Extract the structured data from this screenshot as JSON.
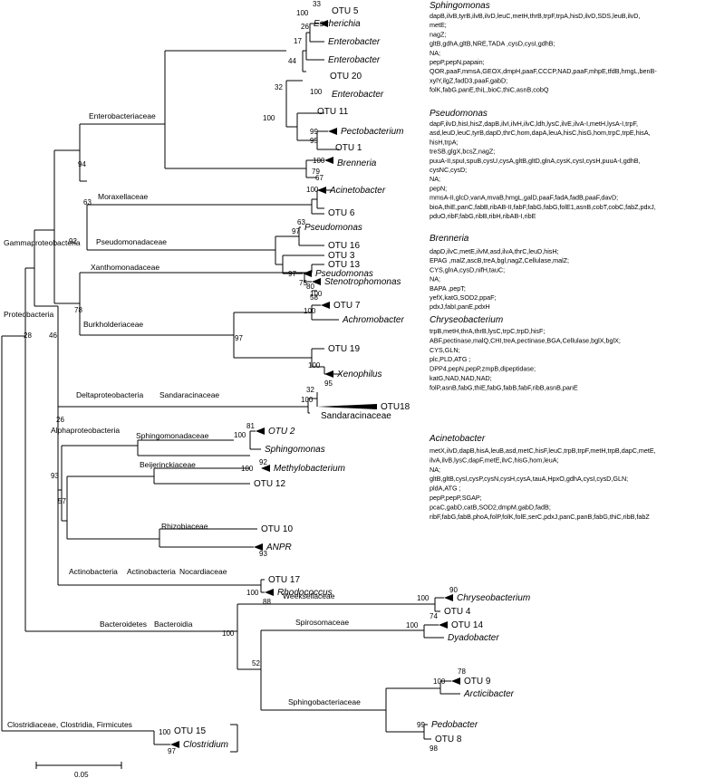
{
  "leaves": {
    "otu5": "OTU 5",
    "escherichia": "Escherichia",
    "enterobacter_a": "Enterobacter",
    "enterobacter_b": "Enterobacter",
    "otu20": "OTU 20",
    "enterobacter_c": "Enterobacter",
    "otu11": "OTU 11",
    "pectobacterium": "Pectobacterium",
    "otu1": "OTU 1",
    "brenneria": "Brenneria",
    "acinetobacter": "Acinetobacter",
    "otu6": "OTU 6",
    "pseudomonas_a": "Pseudomonas",
    "otu16": "OTU 16",
    "otu3": "OTU 3",
    "pseudomonas_b": "Pseudomonas",
    "otu13": "OTU 13",
    "stenotrophomonas": "Stenotrophomonas",
    "otu7": "OTU 7",
    "achromobacter": "Achromobacter",
    "otu19": "OTU 19",
    "xenophilus": "Xenophilus",
    "otu18": "OTU18",
    "sandaracinaceae": "Sandaracinaceae",
    "otu2": "OTU 2",
    "sphingomonas": "Sphingomonas",
    "methylobacterium": "Methylobacterium",
    "otu12": "OTU 12",
    "otu10": "OTU 10",
    "anpr": "ANPR",
    "otu17": "OTU 17",
    "rhodococcus": "Rhodococcus",
    "chryseobacterium": "Chryseobacterium",
    "otu4": "OTU 4",
    "otu14": "OTU 14",
    "dyadobacter": "Dyadobacter",
    "otu9": "OTU 9",
    "arcticibacter": "Arcticibacter",
    "pedobacter": "Pedobacter",
    "otu8": "OTU 8",
    "otu15": "OTU 15",
    "clostridium": "Clostridium"
  },
  "bootstrap": {
    "b33": "33",
    "b100_esch": "100",
    "b26": "26",
    "b17": "17",
    "b44": "44",
    "b32": "32",
    "b100_otu20": "100",
    "b100_entero": "100",
    "b99": "99",
    "b95_pecto": "95",
    "b94": "94",
    "b100_brenn": "100",
    "b79": "79",
    "b67": "67",
    "b100_morax": "100",
    "b63_ps": "63",
    "b97_ps1": "97",
    "b63_gamma": "63",
    "b97_ps2": "97",
    "b75": "75",
    "b92": "92",
    "b80": "80",
    "b100_steno": "100",
    "b78": "78",
    "b58": "58",
    "b100_achro": "100",
    "b97_burk": "97",
    "b100_xeno": "100",
    "b95_xeno": "95",
    "b46": "46",
    "b32_delta": "32",
    "b100_delta": "100",
    "b26_alpha": "26",
    "b81": "81",
    "b100_otu2": "100",
    "b92_methylo": "92",
    "b100_methylo": "100",
    "b93_alpha": "93",
    "b57": "57",
    "b93_anpr": "93",
    "b28": "28",
    "b100_otu17": "100",
    "b88": "88",
    "b90": "90",
    "b100_weeks": "100",
    "b74": "74",
    "b100_spiro": "100",
    "b78_otu9": "78",
    "b100_otu9": "100",
    "b99_pedo": "99",
    "b98": "98",
    "b100_bact": "100",
    "b52": "52",
    "b100_clost": "100",
    "b97_clost": "97"
  },
  "taxa": {
    "enterobacteriaceae": "Enterobacteriaceae",
    "moraxellaceae": "Moraxellaceae",
    "pseudomonadaceae": "Pseudomonadaceae",
    "gammaproteobacteria": "Gammaproteobacteria",
    "xanthomonadaceae": "Xanthomonadaceae",
    "burkholderiaceae": "Burkholderiaceae",
    "proteobacteria": "Proteobacteria",
    "deltaproteobacteria": "Deltaproteobacteria",
    "sandaracinaceae": "Sandaracinaceae",
    "sphingomonadaceae": "Sphingomonadaceae",
    "alphaproteobacteria": "Alphaproteobacteria",
    "beijerinckiaceae": "Beijerinckiaceae",
    "rhizobiaceae": "Rhizobiaceae",
    "actinobacteria_phylum": "Actinobacteria",
    "actinobacteria_class": "Actinobacteria",
    "nocardiaceae": "Nocardiaceae",
    "weeksellaceae": "Weeksellaceae",
    "bacteroidetes": "Bacteroidetes",
    "bacteroidia": "Bacteroidia",
    "spirosomaceae": "Spirosomaceae",
    "sphingobacteriaceae": "Sphingobacteriaceae",
    "clostridia_group": "Clostridiaceae, Clostridia, Firmicutes"
  },
  "scale_label": "0.05",
  "genes": {
    "sphingomonas": {
      "title": "Sphingomonas",
      "lines": [
        "dapB,ilvB,tyrB,ilvB,ilvD,leuC,metH,thrB,trpF,trpA,hisD,ilvD,SDS,leuB,ilvD,",
        "metE;",
        "nagZ;",
        "gltB,gdhA,gltB,NRE,TADA ,cysD,cysI,gdhB;",
        "NA;",
        "pepP,pepN,papain;",
        "QOR,paaF,mmsA,GEOX,dmpH,paaF,CCCP,NAD,paaF,mhpE,tfdB,hmgL,benB-",
        "xylY,ilgZ,fadD3,paaF,gabD;",
        "folK,fabG,panE,thiL,bioC,thiC,asnB,cobQ"
      ]
    },
    "pseudomonas": {
      "title": "Pseudomonas",
      "lines": [
        "dapF,ilvD,hisI,hisZ,dapB,ilvI,ilvH,ilvC,ldh,lysC,ilvE,ilvA-I,metH,lysA-I,trpF,",
        "asd,leuD,leuC,tyrB,dapD,thrC,hom,dapA,leuA,hisC,hisG,hom,trpC,trpE,hisA,",
        "hisH,trpA;",
        "treSB,glgX,bcsZ,nagZ;",
        "puuA-II,spuI,spuB,cysU,cysA,gltB,gltD,glnA,cysK,cysI,cysH,puuA-I,gdhB,",
        "cysNC,cysD;",
        "NA;",
        "pepN;",
        "mmsA-II,glcD,vanA,mvaB,hmgL,galD,paaF,fadA,fadB,paaF,davD;",
        "bioA,thiE,panC,fabB,ribAB-II,fabF,fabG,fabG,folE1,asnB,cobT,cobC,fabZ,pdxJ,",
        "pduO,ribF,fabG,ribB,ribH,ribAB-I,ribE"
      ]
    },
    "brenneria": {
      "title": "Brenneria",
      "lines": [
        "dapD,ilvC,metE,ilvM,asd,ilvA,thrC,leuD,hisH;",
        "EPAG ,malZ,ascB,treA,bgl,nagZ,Cellulase,malZ;",
        "CYS,glnA,cysD,nifH,tauC;",
        "NA;",
        "BAPA ,pepT;",
        "yefX,katG,SOD2,ppaF;",
        "pdxJ,fabI,panE,pdxH"
      ]
    },
    "chryseobacterium": {
      "title": "Chryseobacterium",
      "lines": [
        "trpB,metH,thrA,thrB,lysC,trpC,trpD,hisF;",
        "ABF,pectinase,malQ,CHI,treA,pectinase,BGA,Cellulase,bglX,bglX;",
        "CYS,GLN;",
        "plc,PLD,ATG ;",
        "DPP4,pepN,pepP,zmpB,dipeptidase;",
        "katG,NAD,NAD,NAD;",
        "folP,asnB,fabG,thiE,fabG,fabB,fabF,ribB,asnB,panE"
      ]
    },
    "acinetobacter": {
      "title": "Acinetobacter",
      "lines": [
        "metX,ilvD,dapB,hisA,leuB,asd,metC,hisF,leuC,trpB,trpF,metH,trpB,dapC,metE,",
        "ilvA,ilvB,lysC,dapF,metE,ilvC,hisG,hom,leuA;",
        "NA;",
        "gltB,gltB,cysI,cysP,cysN,cysH,cysA,tauA,HpxO,gdhA,cysI,cysD,GLN;",
        "pldA,ATG ;",
        "pepP,pepP,SGAP;",
        "pcaC,gabD,catB,SOD2,dmpM,gabD,fadB;",
        "ribF,fabG,fabB,phoA,folP,folK,folE,serC,pdxJ,panC,panB,fabG,thiC,ribB,fabZ"
      ]
    }
  }
}
